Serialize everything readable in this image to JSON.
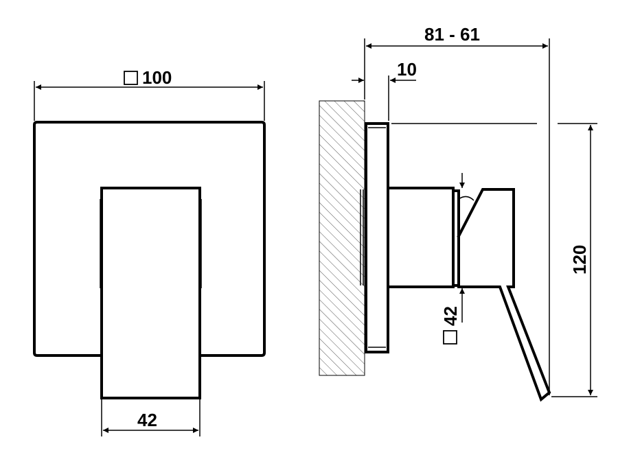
{
  "dimensions": {
    "front_width": {
      "symbol": "square",
      "value": "100"
    },
    "front_handle_width": {
      "value": "42"
    },
    "side_depth": {
      "value": "81 - 61"
    },
    "side_plate": {
      "value": "10"
    },
    "side_height": {
      "value": "120"
    },
    "side_handle_width": {
      "symbol": "square",
      "value": "42"
    }
  },
  "colors": {
    "line": "#000000",
    "hatch": "#555555",
    "background": "#ffffff"
  }
}
